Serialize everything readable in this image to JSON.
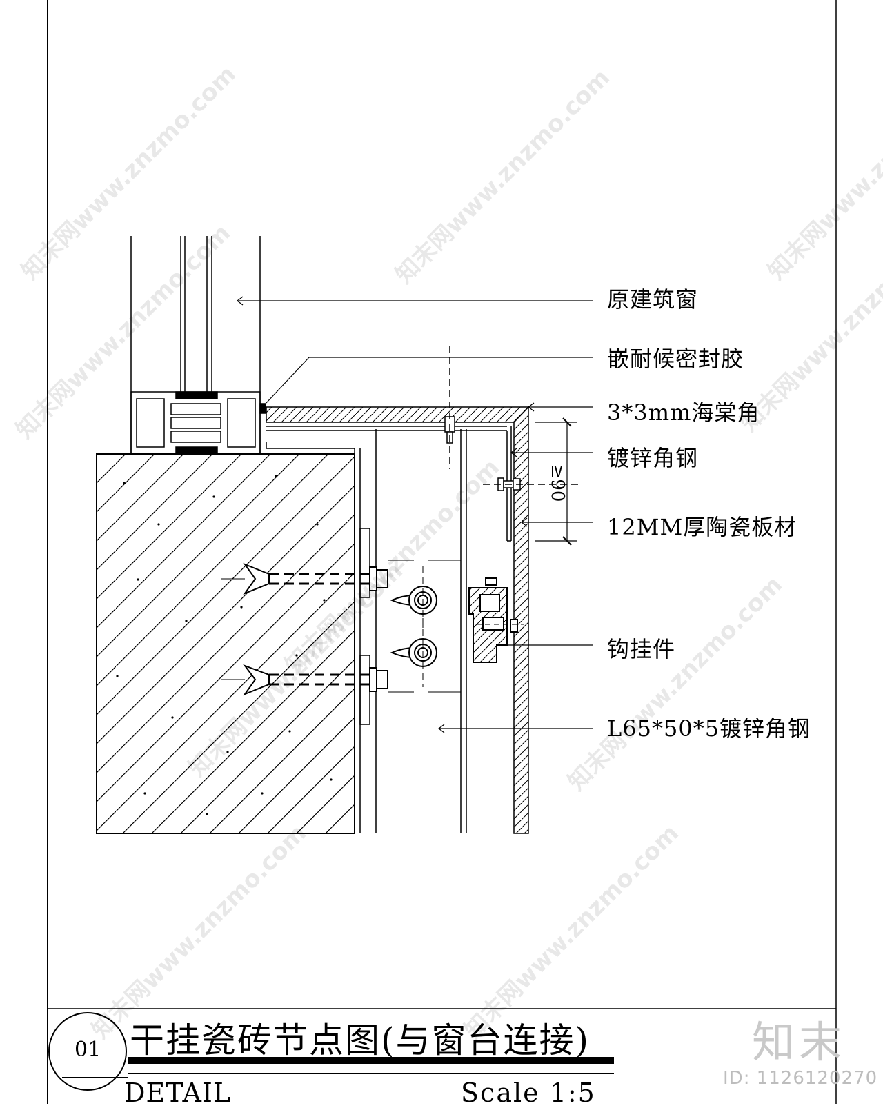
{
  "drawing": {
    "callouts": [
      {
        "id": "window",
        "text": "原建筑窗"
      },
      {
        "id": "sealant",
        "text": "嵌耐候密封胶"
      },
      {
        "id": "chamfer",
        "text": "3*3mm海棠角"
      },
      {
        "id": "angle-steel",
        "text": "镀锌角钢"
      },
      {
        "id": "ceramic-panel",
        "text": "12MM厚陶瓷板材"
      },
      {
        "id": "hook",
        "text": "钩挂件"
      },
      {
        "id": "l-angle",
        "text": "L65*50*5镀锌角钢"
      }
    ],
    "dimension": "≥90"
  },
  "title_block": {
    "number": "01",
    "title": "干挂瓷砖节点图(与窗台连接)",
    "subtitle": "DETAIL",
    "scale": "Scale 1:5"
  },
  "watermark": {
    "text": "知末网www.znzmo.com",
    "brand": "知末",
    "id": "ID: 1126120270"
  }
}
